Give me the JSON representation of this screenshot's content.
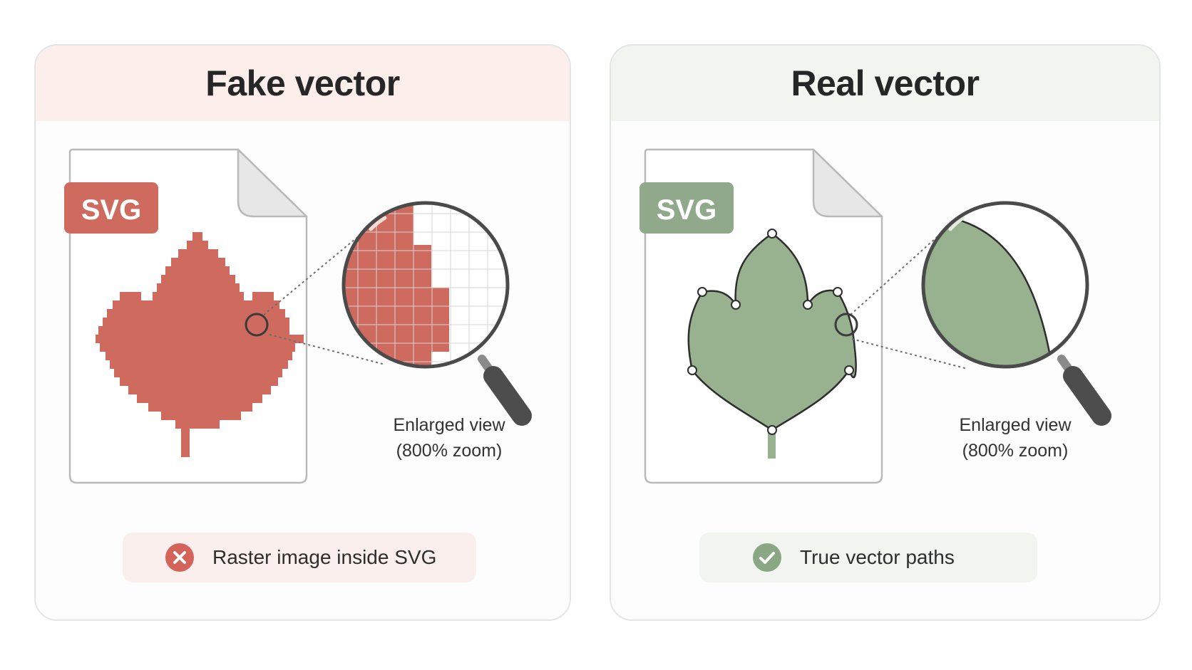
{
  "panels": {
    "fake": {
      "title": "Fake vector",
      "file_badge": "SVG",
      "zoom_caption_line1": "Enlarged view",
      "zoom_caption_line2": "(800% zoom)",
      "status_label": "Raster image inside SVG",
      "status_icon": "x-circle-icon",
      "accent_color": "#cf6a5e"
    },
    "real": {
      "title": "Real vector",
      "file_badge": "SVG",
      "zoom_caption_line1": "Enlarged view",
      "zoom_caption_line2": "(800% zoom)",
      "status_label": "True vector paths",
      "status_icon": "check-circle-icon",
      "accent_color": "#8fa98a"
    }
  }
}
